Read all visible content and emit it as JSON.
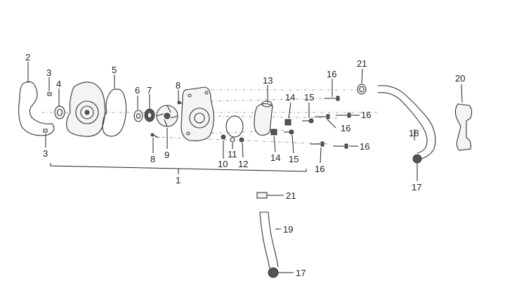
{
  "labels": {
    "l1": "1",
    "l2": "2",
    "l3a": "3",
    "l3b": "3",
    "l4": "4",
    "l5": "5",
    "l6": "6",
    "l7": "7",
    "l8a": "8",
    "l8b": "8",
    "l9": "9",
    "l10": "10",
    "l11": "11",
    "l12": "12",
    "l13": "13",
    "l14a": "14",
    "l14b": "14",
    "l15a": "15",
    "l15b": "15",
    "l16a": "16",
    "l16b": "16",
    "l16c": "16",
    "l16d": "16",
    "l16e": "16",
    "l17a": "17",
    "l17b": "17",
    "l18": "18",
    "l19": "19",
    "l20": "20",
    "l21a": "21",
    "l21b": "21"
  },
  "colors": {
    "line": "#333333",
    "text": "#222222",
    "background": "#ffffff"
  }
}
